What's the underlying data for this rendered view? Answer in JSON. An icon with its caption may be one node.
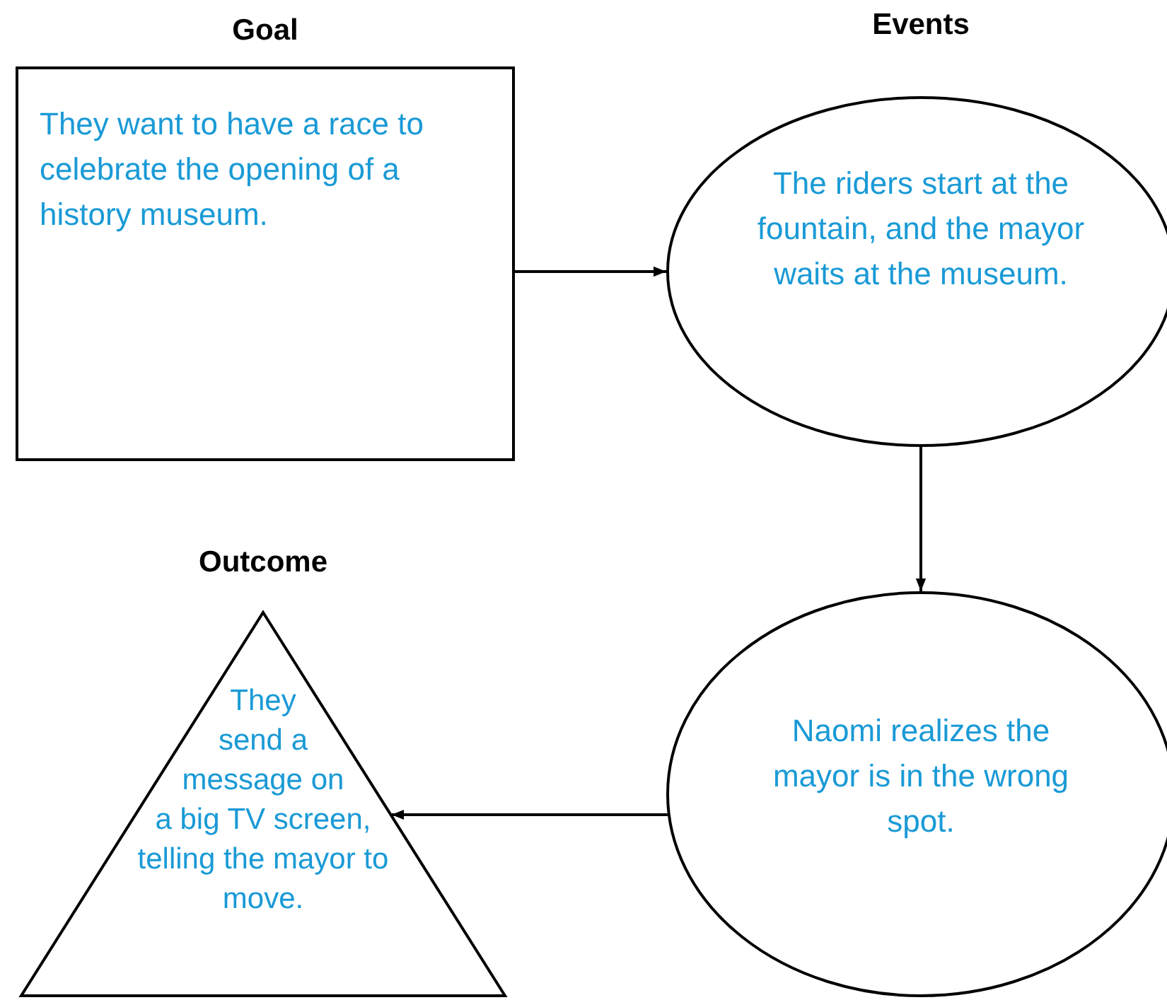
{
  "diagram": {
    "nodes": [
      {
        "text": [
          "Goal",
          "They want to have a race to celebrate the opening of a history museum."
        ]
      },
      {
        "text": [
          "Events",
          "The riders start at the fountain, and the mayor waits at the museum."
        ]
      },
      {
        "text": [
          "Naomi realizes the mayor is in the wrong spot."
        ]
      },
      {
        "text": [
          "Outcome",
          "They send a message on a big TV screen, telling the mayor to move."
        ]
      }
    ],
    "edges": [
      {
        "from": 0,
        "to": 1,
        "arrow": "to"
      },
      {
        "from": 1,
        "to": 2,
        "arrow": "to"
      },
      {
        "from": 2,
        "to": 3,
        "arrow": "to"
      }
    ]
  }
}
